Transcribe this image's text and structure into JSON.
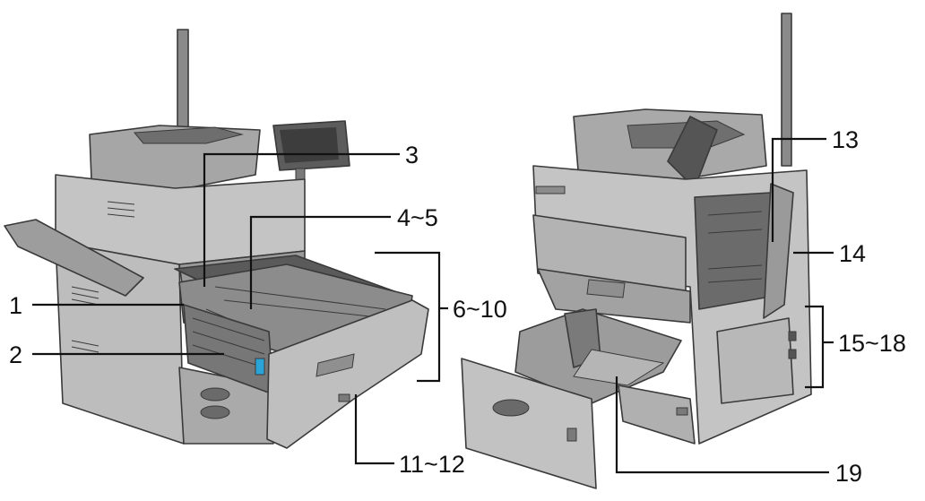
{
  "callouts": [
    {
      "id": "c1",
      "text": "1"
    },
    {
      "id": "c2",
      "text": "2"
    },
    {
      "id": "c3",
      "text": "3"
    },
    {
      "id": "c4",
      "text": "4~5"
    },
    {
      "id": "c6",
      "text": "6~10"
    },
    {
      "id": "c11",
      "text": "11~12"
    },
    {
      "id": "c13",
      "text": "13"
    },
    {
      "id": "c14",
      "text": "14"
    },
    {
      "id": "c15",
      "text": "15~18"
    },
    {
      "id": "c19",
      "text": "19"
    }
  ],
  "colors": {
    "body_light": "#c9c9c9",
    "body_mid": "#a9a9a9",
    "body_dark": "#7d7d7d",
    "panel_dark": "#555555",
    "accent_blue": "#2aa3d6",
    "line": "#111111"
  }
}
